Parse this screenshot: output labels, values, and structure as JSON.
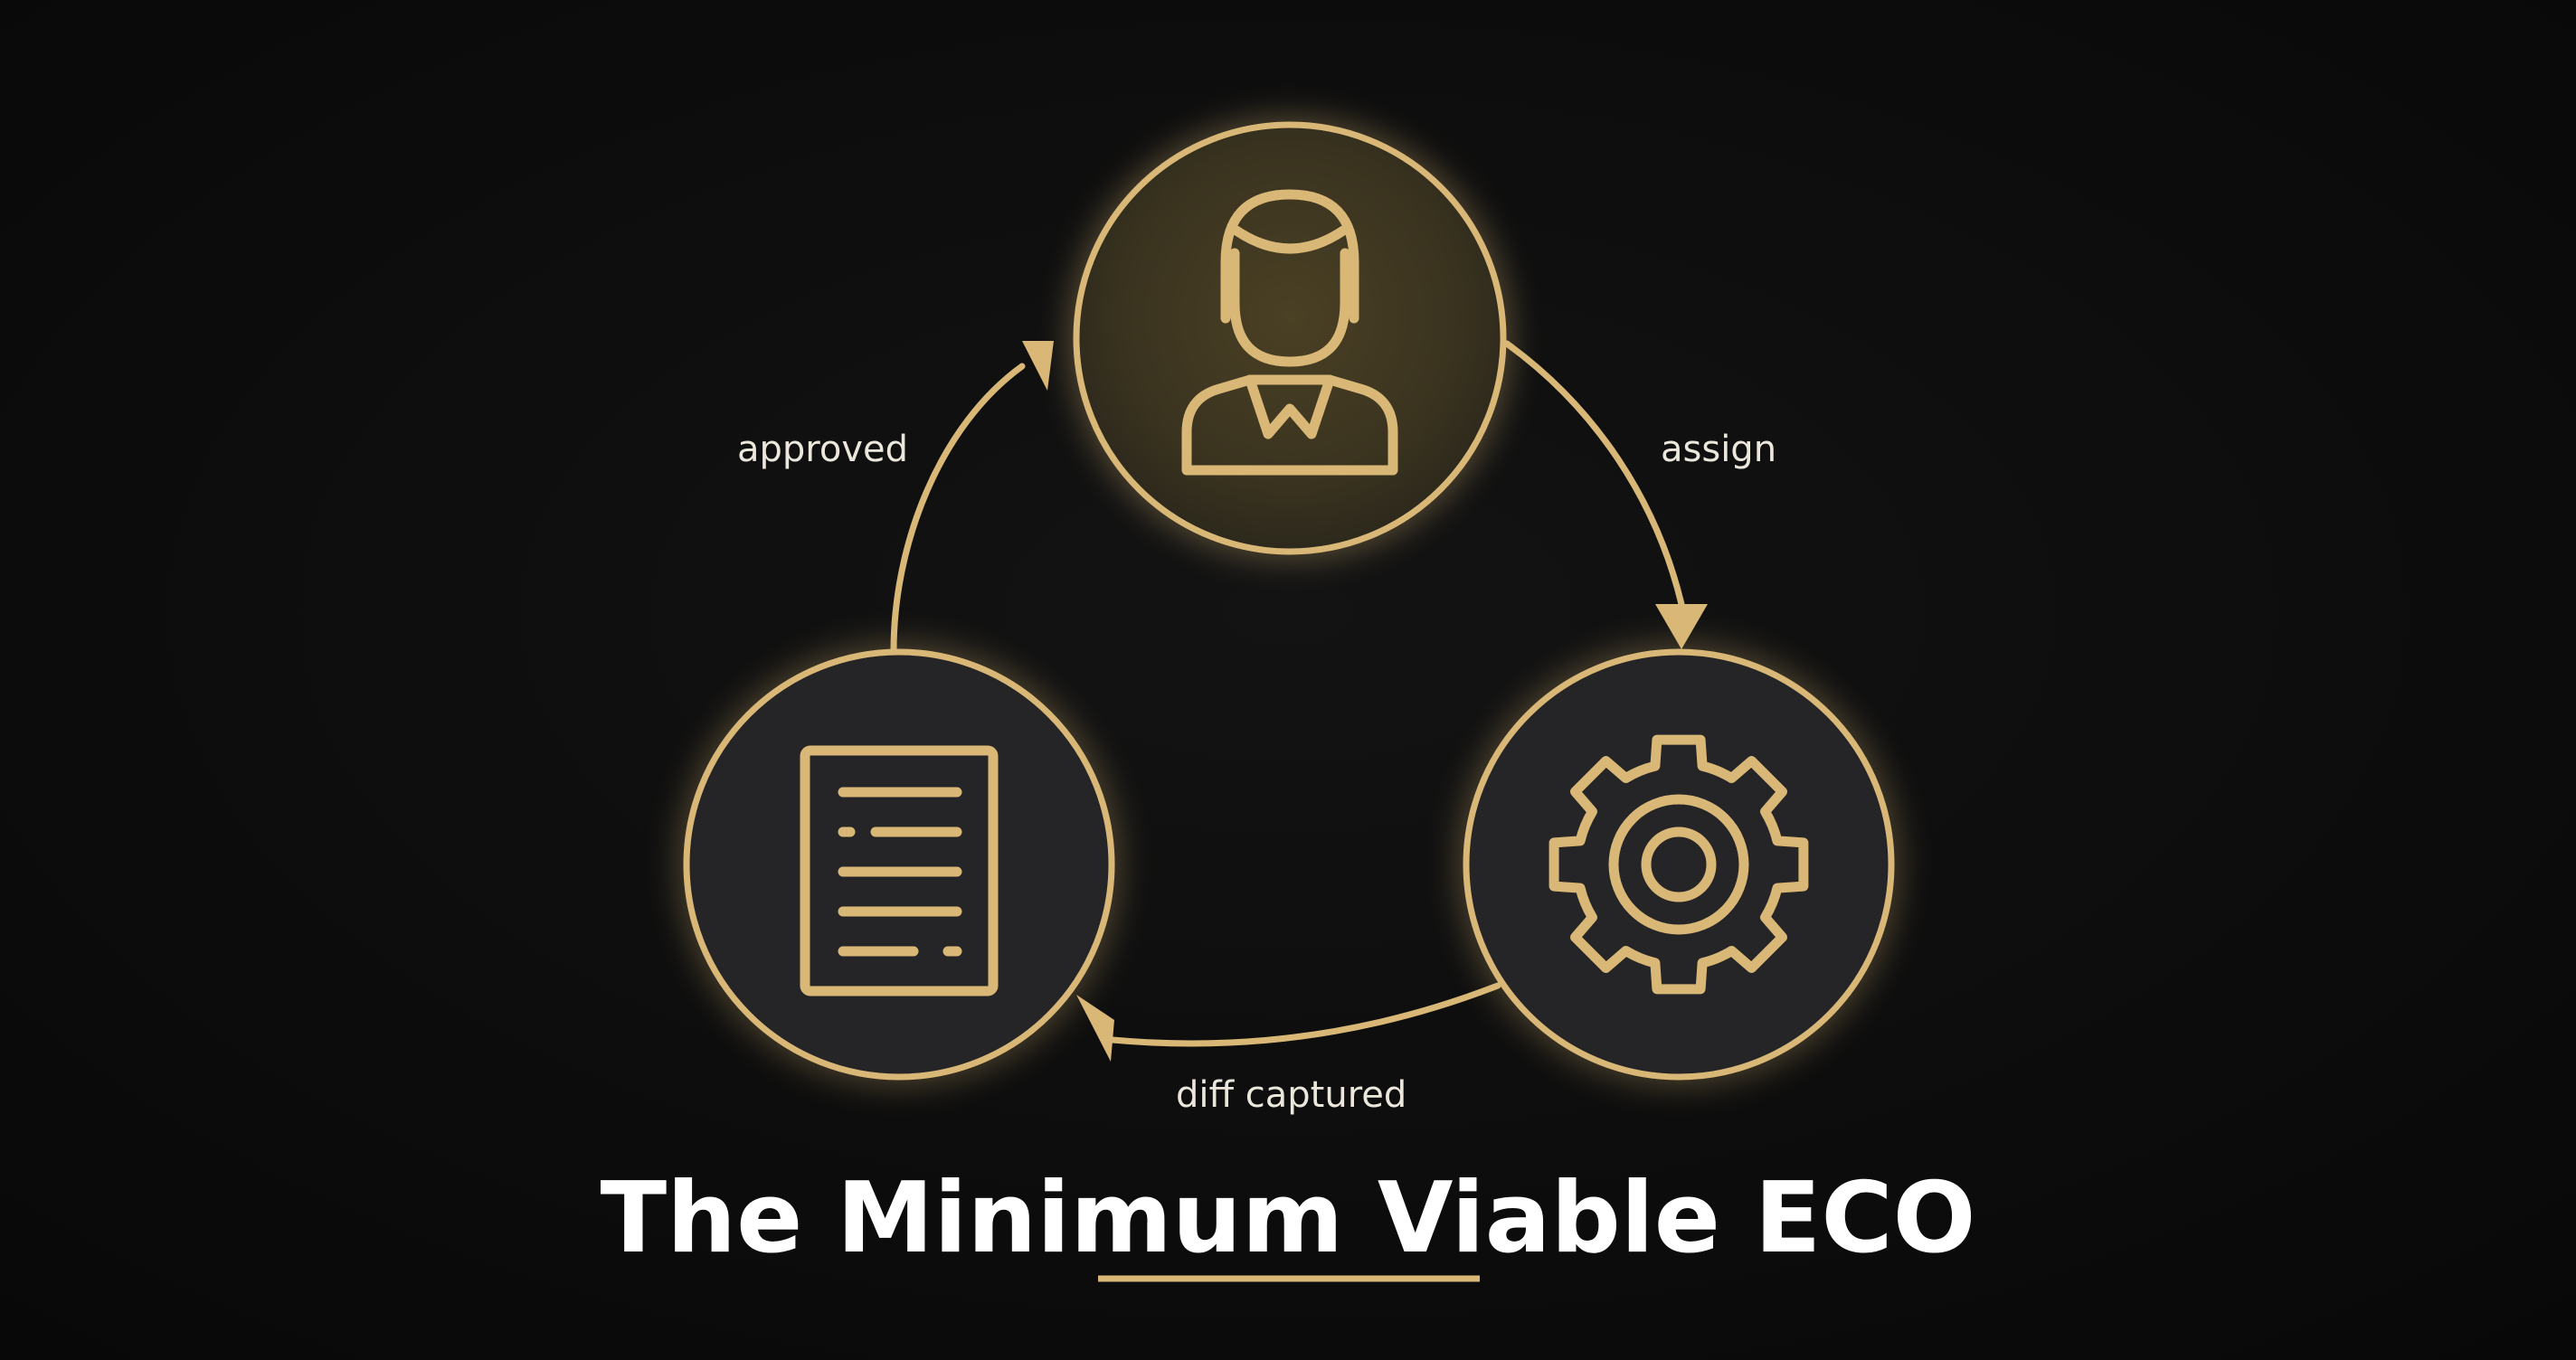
{
  "title": "The Minimum Viable ECO",
  "nodes": [
    {
      "id": "person",
      "icon": "person-icon"
    },
    {
      "id": "gear",
      "icon": "gear-icon"
    },
    {
      "id": "document",
      "icon": "document-icon"
    }
  ],
  "edges": [
    {
      "from": "person",
      "to": "gear",
      "label": "assign"
    },
    {
      "from": "gear",
      "to": "document",
      "label": "diff captured"
    },
    {
      "from": "document",
      "to": "person",
      "label": "approved"
    }
  ],
  "colors": {
    "background": "#0d0d0d",
    "accent": "#d9b776",
    "node_fill": "#252528",
    "node_fill_highlight": "#3a331f",
    "label": "#ece7dc",
    "title": "#ffffff"
  }
}
